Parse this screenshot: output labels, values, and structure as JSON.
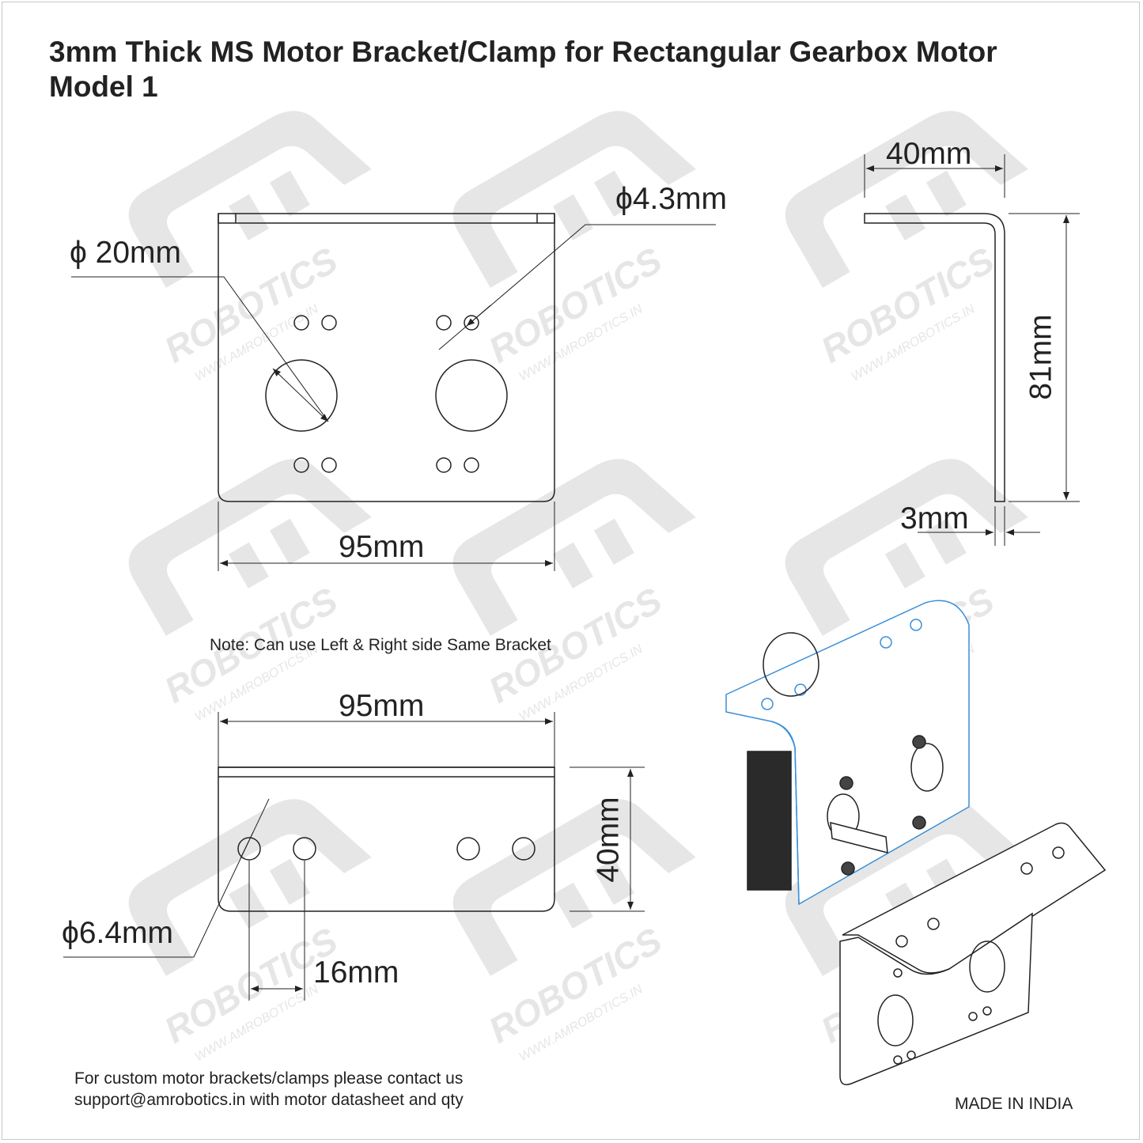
{
  "title": {
    "line1": "3mm Thick MS Motor Bracket/Clamp for Rectangular Gearbox Motor",
    "line2": "Model 1"
  },
  "dimensions": {
    "front_hole_dia": "ϕ 20mm",
    "front_small_hole_dia": "ϕ4.3mm",
    "front_width": "95mm",
    "side_flange": "40mm",
    "side_height": "81mm",
    "side_thickness": "3mm",
    "top_width": "95mm",
    "top_depth": "40mm",
    "top_hole_dia": "ϕ6.4mm",
    "top_hole_spacing": "16mm"
  },
  "notes": {
    "bracket_note": "Note: Can use Left & Right side Same Bracket",
    "contact_line1": "For custom motor brackets/clamps please contact us",
    "contact_line2": "support@amrobotics.in with motor datasheet and qty",
    "made_in": "MADE IN INDIA"
  },
  "watermark": {
    "brand": "AM",
    "word": "ROBOTICS",
    "url": "WWW.AMROBOTICS.IN"
  },
  "colors": {
    "line": "#222222",
    "watermark": "#e6e6e6",
    "accent_blue": "#3a8fd8"
  }
}
